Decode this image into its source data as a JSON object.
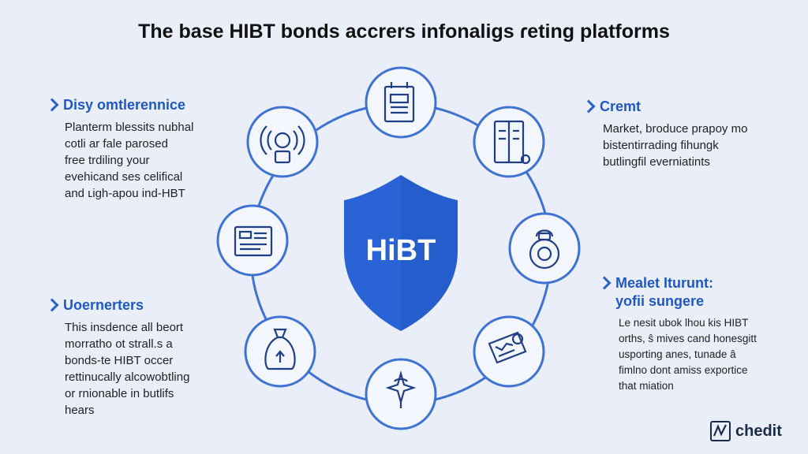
{
  "title": "The base HIBT bonds accrers infonaligs ɾeting platforms",
  "hub": {
    "label": "HiBT"
  },
  "colors": {
    "accent": "#2b63c8",
    "ring": "#3e73d4",
    "hub": "#2a63d6",
    "background": "#e9eef8"
  },
  "nodes": [
    {
      "icon": "document-icon"
    },
    {
      "icon": "ledger-book-icon"
    },
    {
      "icon": "coin-token-icon"
    },
    {
      "icon": "chart-ticket-icon"
    },
    {
      "icon": "compass-icon"
    },
    {
      "icon": "money-bag-icon"
    },
    {
      "icon": "dashboard-screen-icon"
    },
    {
      "icon": "signal-user-icon"
    }
  ],
  "panels": {
    "top_left": {
      "heading": "Disy omtlerennice",
      "lines": [
        "Planterm blessits nubhal",
        "cotli ar fale parosed",
        "free trdiling your",
        "evehicand ses celifical",
        "and ʟigh-apou ind-HBT"
      ]
    },
    "bottom_left": {
      "heading": "Uoernerters",
      "lines": [
        "This insdence all beort",
        "morratho ot strall.s a",
        "bonds-te HIBT occer",
        "rettinucally alcowobtling",
        "or rnionable in butlifs",
        "hears"
      ]
    },
    "top_right": {
      "heading": "Cremt",
      "lines": [
        "Market, broduce prapoy mo",
        "bistentirrading fihungk",
        "butlingfil everniatints"
      ]
    },
    "bottom_right": {
      "heading": "Mealet Iturunt:",
      "heading2": "yofii sungere",
      "lines": [
        "Le nesit ubok lhou kis HIBT",
        "orths, ŝ mives cand honesgitt",
        "usporting anes, tunade â",
        "fimlno dont amiss exportice",
        "that miation"
      ]
    }
  },
  "logo": {
    "text": "chedit"
  }
}
